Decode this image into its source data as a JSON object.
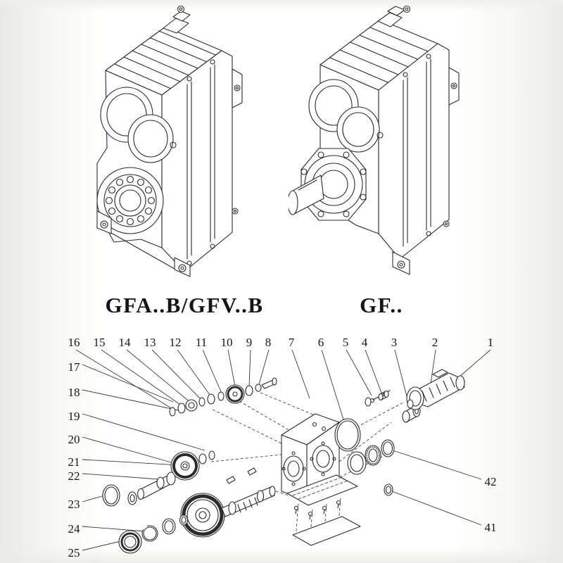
{
  "products": [
    {
      "label": "GFA..B/GFV..B"
    },
    {
      "label": "GF.."
    }
  ],
  "exploded": {
    "top_callouts": [
      "16",
      "15",
      "14",
      "13",
      "12",
      "11",
      "10",
      "9",
      "8",
      "7",
      "6",
      "5",
      "4",
      "3",
      "2",
      "1"
    ],
    "left_callouts": [
      "17",
      "18",
      "19",
      "20",
      "21",
      "22",
      "23",
      "24",
      "25"
    ],
    "right_callouts": [
      "42",
      "41"
    ]
  },
  "colors": {
    "line_color": "#2b2b2b",
    "text_color": "#151515"
  }
}
